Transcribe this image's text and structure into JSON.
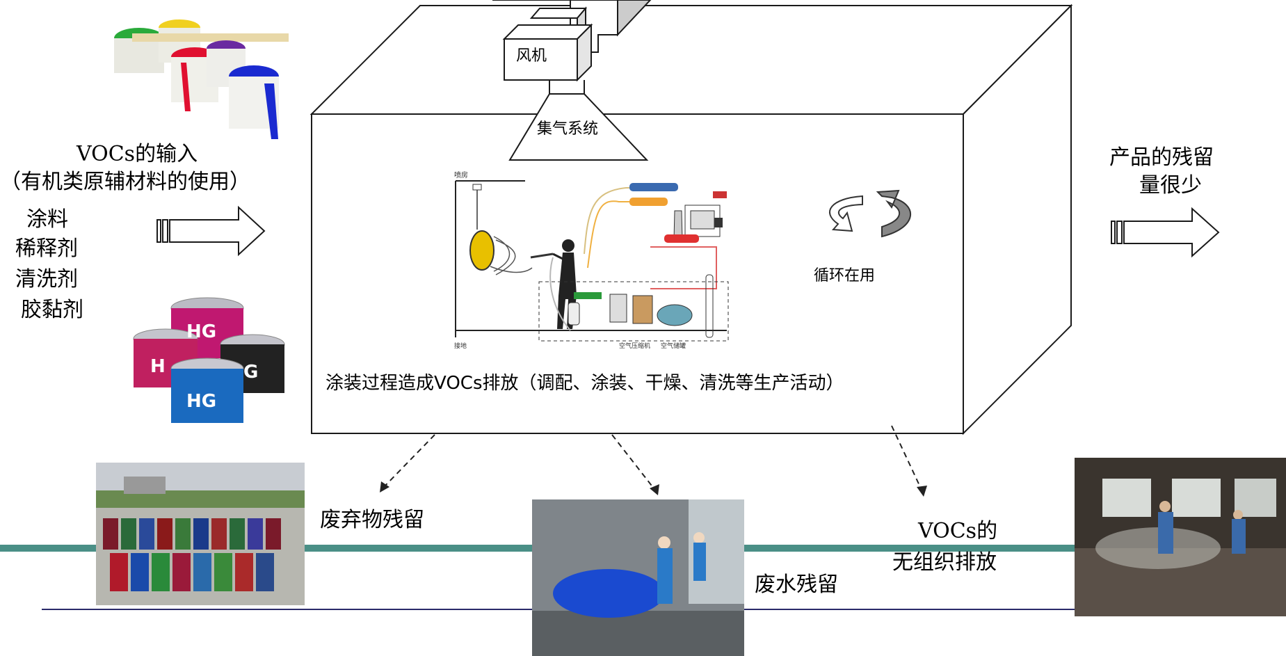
{
  "labels": {
    "fan": "风机",
    "collection": "集气系统",
    "recycle": "循环在用",
    "input_title": "VOCs的输入",
    "input_subtitle": "（有机类原辅材料的使用）",
    "inputs": [
      "涂料",
      "稀释剂",
      "清洗剂",
      "胶黏剂"
    ],
    "output_line1": "产品的残留",
    "output_line2": "量很少",
    "process": "涂装过程造成VOCs排放（调配、涂装、干燥、清洗等生产活动）",
    "waste_solid": "废弃物残留",
    "waste_water": "废水残留",
    "fugitive_line1": "VOCs的",
    "fugitive_line2": "无组织排放"
  },
  "images": {
    "paint_cans": "paint-cans-photo",
    "ink_cans": "ink-cans-photo",
    "ink_can_brand": "HG",
    "barrels": "waste-barrels-photo",
    "spray_booth": "spray-booth-photo",
    "workshop": "workshop-photo",
    "schematic": "spray-process-schematic"
  },
  "colors": {
    "teal_band": "#4a8f86",
    "navy_line": "#2a2a6a",
    "box_stroke": "#1a1a1a",
    "arrow_stroke": "#222222",
    "recycle_arrow": "#888888"
  }
}
